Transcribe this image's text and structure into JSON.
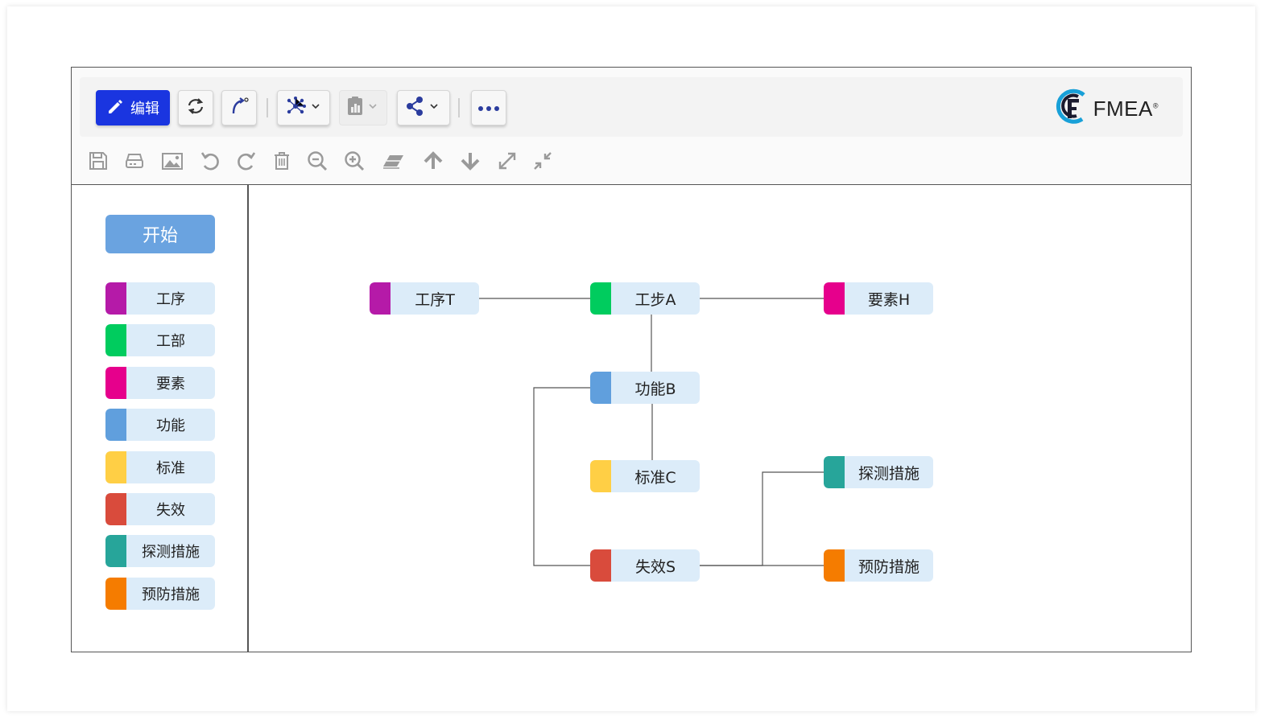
{
  "toolbar": {
    "edit_label": "编辑",
    "buttons": [
      "refresh-icon",
      "curve-arrow-icon",
      "layout-icon",
      "clipboard-chart-icon",
      "share-icon",
      "more-icon"
    ]
  },
  "logo": {
    "text": "FMEA",
    "reg": "®"
  },
  "secondary_toolbar": [
    "save-icon",
    "print-icon",
    "image-icon",
    "undo-icon",
    "redo-icon",
    "delete-icon",
    "zoom-out-icon",
    "zoom-in-icon",
    "eraser-icon",
    "move-up-icon",
    "move-down-icon",
    "expand-icon",
    "collapse-icon"
  ],
  "sidebar": {
    "start_label": "开始",
    "legend": [
      {
        "label": "工序",
        "color": "#b51aa8"
      },
      {
        "label": "工部",
        "color": "#00cc5e"
      },
      {
        "label": "要素",
        "color": "#e6008c"
      },
      {
        "label": "功能",
        "color": "#609fdd"
      },
      {
        "label": "标准",
        "color": "#ffcf45"
      },
      {
        "label": "失效",
        "color": "#d94b3c"
      },
      {
        "label": "探测措施",
        "color": "#27a59a"
      },
      {
        "label": "预防措施",
        "color": "#f57c00"
      }
    ]
  },
  "diagram": {
    "nodes": [
      {
        "id": "T",
        "label": "工序T",
        "color": "#b51aa8"
      },
      {
        "id": "A",
        "label": "工步A",
        "color": "#00cc5e"
      },
      {
        "id": "H",
        "label": "要素H",
        "color": "#e6008c"
      },
      {
        "id": "B",
        "label": "功能B",
        "color": "#609fdd"
      },
      {
        "id": "C",
        "label": "标准C",
        "color": "#ffcf45"
      },
      {
        "id": "S",
        "label": "失效S",
        "color": "#d94b3c"
      },
      {
        "id": "D",
        "label": "探测措施",
        "color": "#27a59a"
      },
      {
        "id": "P",
        "label": "预防措施",
        "color": "#f57c00"
      }
    ],
    "edges": [
      [
        "T",
        "A"
      ],
      [
        "A",
        "H"
      ],
      [
        "A",
        "B"
      ],
      [
        "B",
        "C"
      ],
      [
        "B",
        "S"
      ],
      [
        "S",
        "D"
      ],
      [
        "S",
        "P"
      ]
    ]
  }
}
